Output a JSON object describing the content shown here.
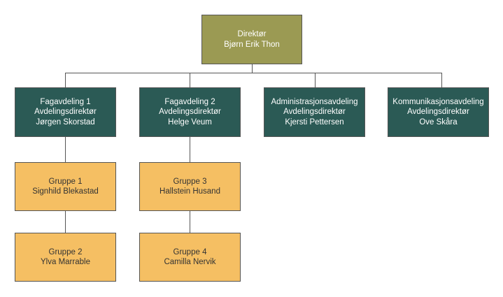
{
  "director": {
    "title": "Direktør",
    "name": "Bjørn Erik Thon"
  },
  "departments": [
    {
      "unit": "Fagavdeling 1",
      "role": "Avdelingsdirektør",
      "name": "Jørgen Skorstad"
    },
    {
      "unit": "Fagavdeling 2",
      "role": "Avdelingsdirektør",
      "name": "Helge Veum"
    },
    {
      "unit": "Administrasjonsavdeling",
      "role": "Avdelingsdirektør",
      "name": "Kjersti Pettersen"
    },
    {
      "unit": "Kommunikasjonsavdeling",
      "role": "Avdelingsdirektør",
      "name": "Ove Skåra"
    }
  ],
  "groups": [
    {
      "unit": "Gruppe 1",
      "name": "Signhild Blekastad"
    },
    {
      "unit": "Gruppe 2",
      "name": "Ylva Marrable"
    },
    {
      "unit": "Gruppe 3",
      "name": "Hallstein Husand"
    },
    {
      "unit": "Gruppe 4",
      "name": "Camilla Nervik"
    }
  ],
  "colors": {
    "director_fill": "#9b9a53",
    "department_fill": "#2b5a55",
    "group_fill": "#f5bf63",
    "connector": "#555555"
  }
}
